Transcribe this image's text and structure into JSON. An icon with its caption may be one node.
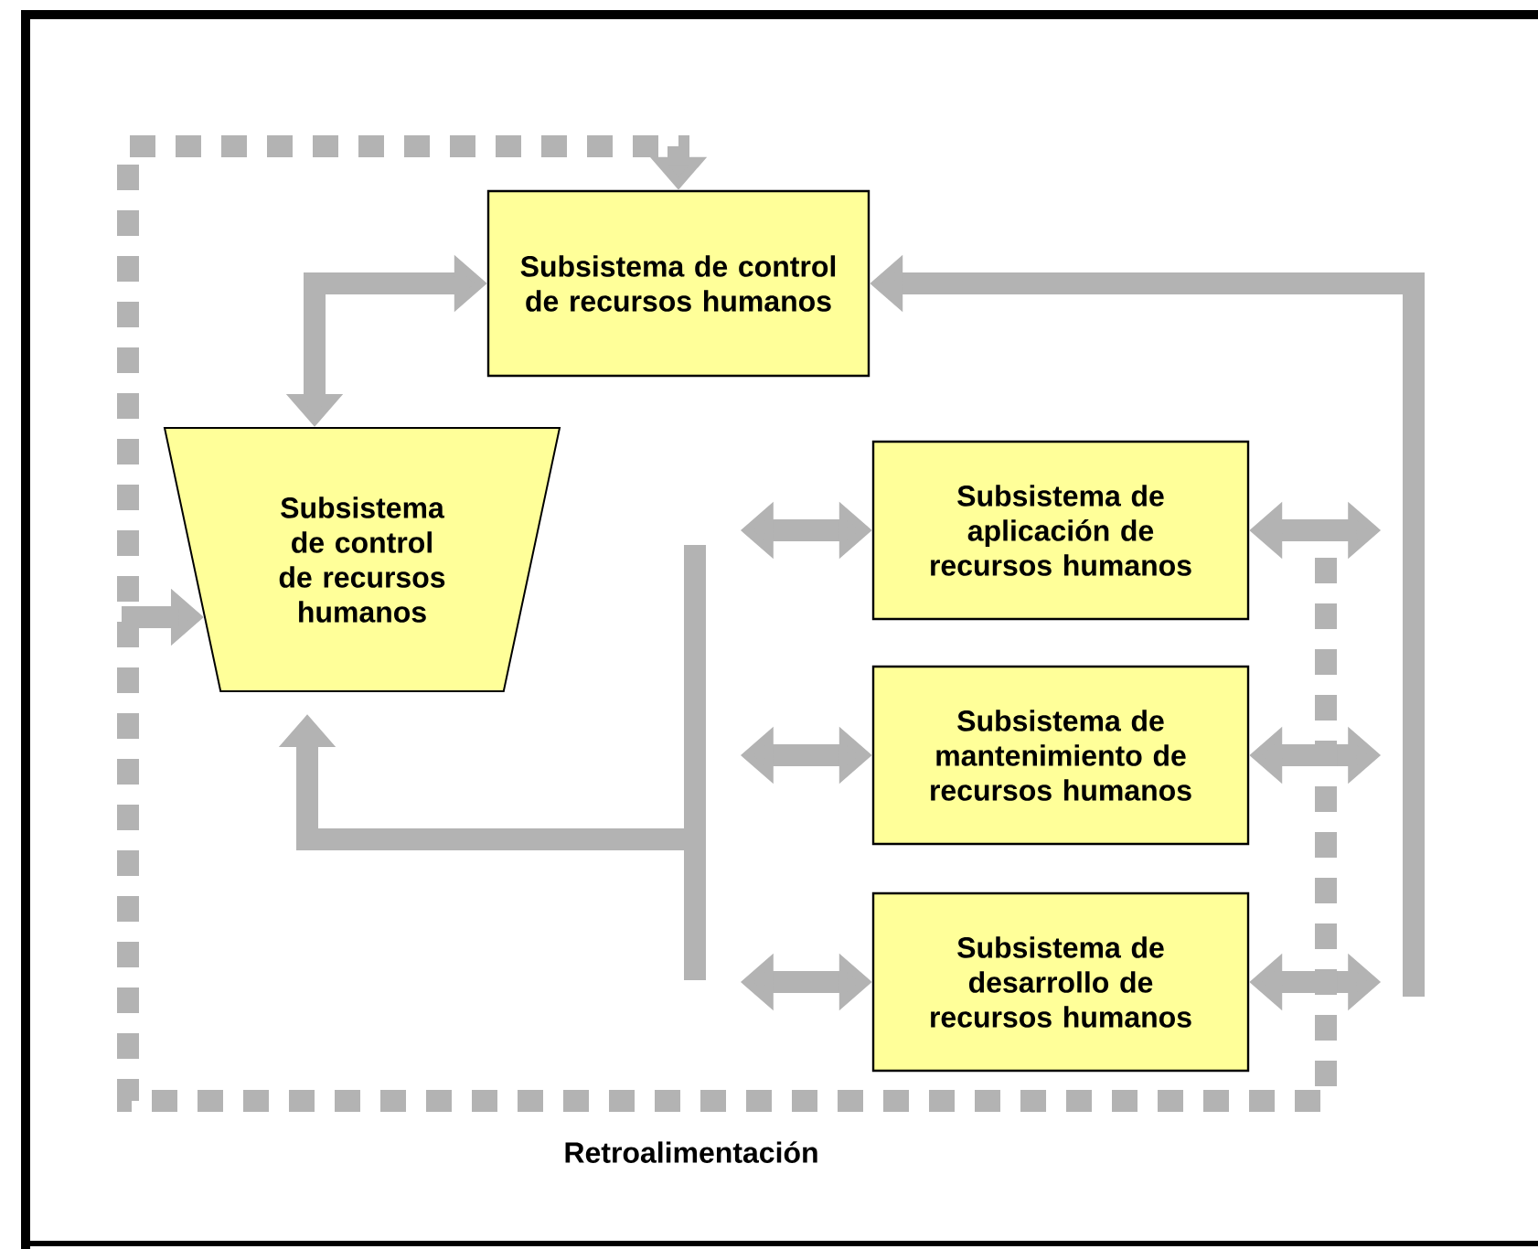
{
  "diagram": {
    "nodes": [
      {
        "text": [
          "Subsistema de control de recursos humanos"
        ]
      },
      {
        "text": [
          "Subsistema de control de recursos humanos"
        ]
      },
      {
        "text": [
          "Subsistema de aplicación de recursos humanos"
        ]
      },
      {
        "text": [
          "Subsistema de mantenimiento de recursos humanos"
        ]
      },
      {
        "text": [
          "Subsistema de desarrollo de recursos humanos"
        ]
      }
    ],
    "edges": [
      {
        "from": 1,
        "to": 0,
        "arrow": "both"
      },
      {
        "from": null,
        "to": 0,
        "arrow": "to"
      },
      {
        "from": 2,
        "to": null,
        "arrow": "both"
      },
      {
        "from": 3,
        "to": null,
        "arrow": "both"
      },
      {
        "from": 4,
        "to": null,
        "arrow": "both"
      },
      {
        "from": null,
        "to": 2,
        "arrow": "both"
      },
      {
        "from": null,
        "to": 3,
        "arrow": "both"
      },
      {
        "from": null,
        "to": 4,
        "arrow": "both"
      },
      {
        "from": null,
        "to": 1,
        "arrow": "to"
      },
      {
        "from": null,
        "to": 0,
        "arrow": "to",
        "style": "dashed"
      },
      {
        "from": null,
        "to": 1,
        "arrow": "to"
      }
    ],
    "labels": [
      "Retroalimentación"
    ]
  }
}
